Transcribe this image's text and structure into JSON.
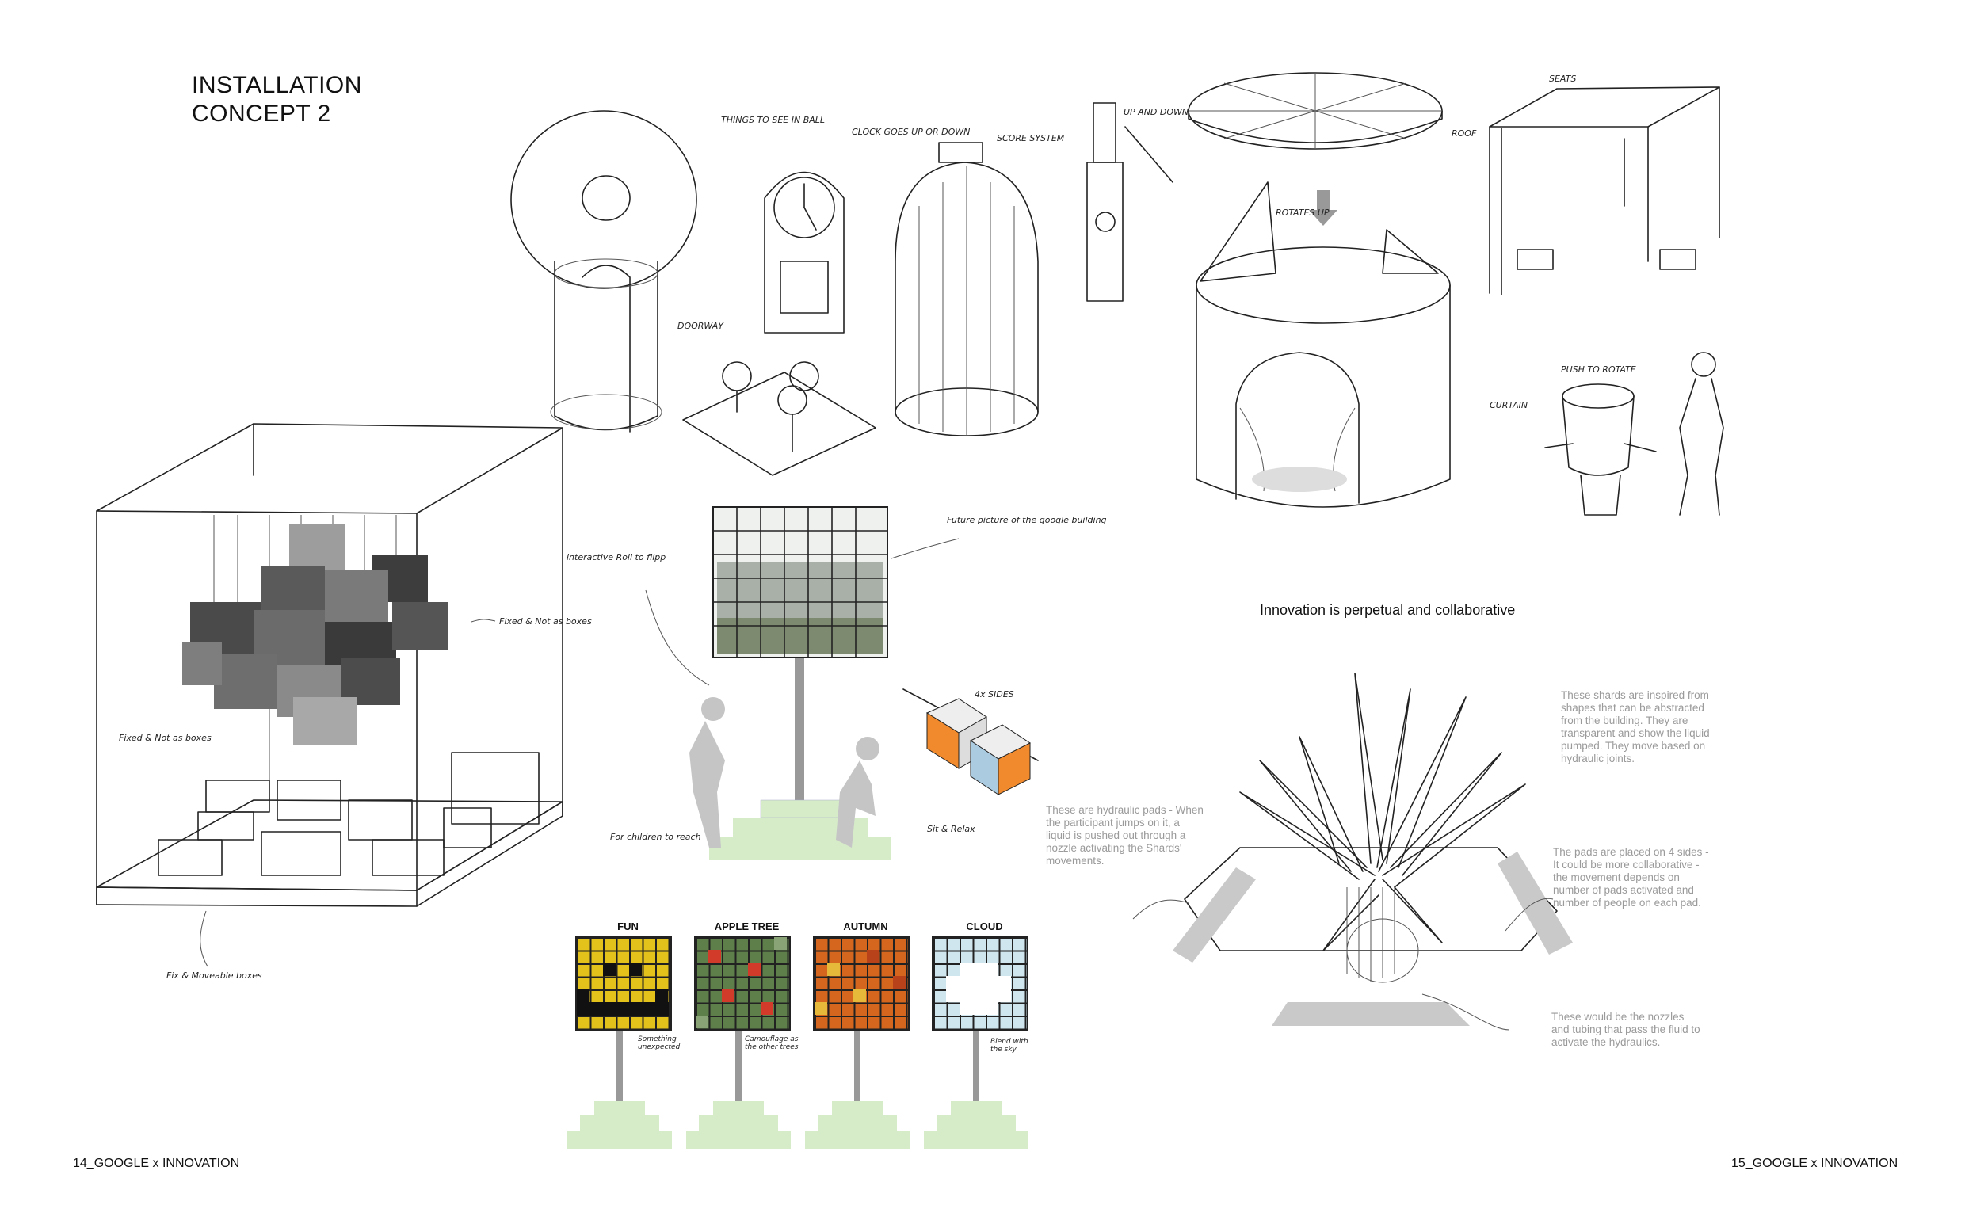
{
  "heading": {
    "line1": "INSTALLATION",
    "line2": "CONCEPT 2"
  },
  "footer": {
    "left": "14_GOOGLE x INNOVATION",
    "right": "15_GOOGLE x INNOVATION"
  },
  "caption_center": "Innovation is perpetual and collaborative",
  "sketch_labels": {
    "things_in_ball": "THINGS TO SEE IN BALL",
    "clock": "CLOCK GOES UP OR DOWN",
    "score": "SCORE SYSTEM",
    "doorway": "DOORWAY",
    "up_down": "UP AND DOWN",
    "roof": "ROOF",
    "rotates_up": "ROTATES UP",
    "curtain": "CURTAIN",
    "push_rotate": "PUSH TO ROTATE",
    "seats": "SEATS",
    "fixed_left": "Fixed & Not as boxes",
    "fixed_right": "Fixed & Not as boxes",
    "moveable": "Fix & Moveable boxes",
    "interactive": "interactive Roll to flipp",
    "future": "Future picture of the google building",
    "four_sides": "4x SIDES",
    "children": "For children to reach",
    "sit": "Sit & Relax",
    "something": "Something unexpected",
    "camouflage": "Camouflage as the other trees",
    "blend": "Blend with the sky"
  },
  "panels": [
    {
      "title": "FUN"
    },
    {
      "title": "APPLE TREE"
    },
    {
      "title": "AUTUMN"
    },
    {
      "title": "CLOUD"
    }
  ],
  "notes": {
    "shards": "These shards are inspired from shapes that can be abstracted from the building. They are transparent and show the liquid pumped. They move based on hydraulic joints.",
    "pads": "These are hydraulic pads - When the participant jumps on it, a liquid is pushed out through a nozzle activating the Shards' movements.",
    "four_sides": "The pads are placed on 4 sides - It could be more collaborative - the movement depends on number of pads activated and number of people on each pad.",
    "nozzles": "These would be the nozzles and tubing that pass the fluid to activate the hydraulics."
  },
  "colors": {
    "fun_yellow": "#e3c21c",
    "apple_green": "#5e7f4a",
    "apple_red": "#d23a2a",
    "autumn_orange": "#d4661e",
    "cloud_blue": "#cfe6ee",
    "base_green": "#d6ecc9",
    "cube_orange": "#f08a2c",
    "cube_blue": "#aacbe0"
  }
}
